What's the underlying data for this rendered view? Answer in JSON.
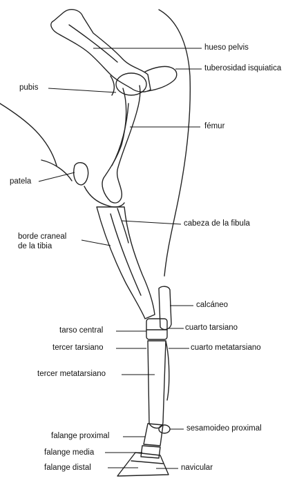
{
  "labels": {
    "hueso_pelvis": "hueso pelvis",
    "tuberosidad_isquiatica": "tuberosidad isquiatica",
    "pubis": "pubis",
    "femur": "fémur",
    "patela": "patela",
    "cabeza_fibula": "cabeza de la fibula",
    "borde_craneal_1": "borde craneal",
    "borde_craneal_2": "de la tibia",
    "calcaneo": "calcáneo",
    "tarso_central": "tarso central",
    "cuarto_tarsiano": "cuarto tarsiano",
    "tercer_tarsiano": "tercer tarsiano",
    "cuarto_metatarsiano": "cuarto metatarsiano",
    "tercer_metatarsiano": "tercer metatarsiano",
    "sesamoideo_proximal": "sesamoideo proximal",
    "falange_proximal": "falange proximal",
    "falange_media": "falange media",
    "falange_distal": "falange distal",
    "navicular": "navicular"
  }
}
